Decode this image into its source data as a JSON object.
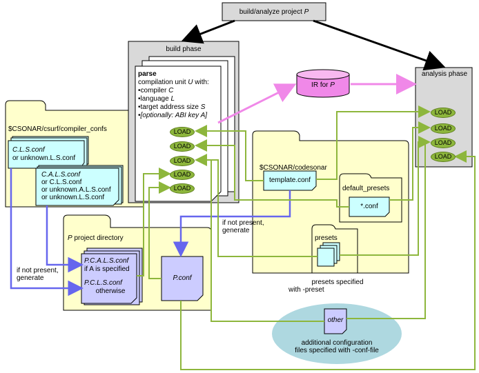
{
  "top_box": {
    "label": "build/analyze project ",
    "label_var": "P"
  },
  "build_phase": {
    "title": "build phase",
    "parse_title": "parse",
    "unit_line": "compilation unit ",
    "unit_var": "U",
    "unit_suffix": "  with:",
    "bullets": [
      {
        "text": "•compiler ",
        "var": "C"
      },
      {
        "text": "•language ",
        "var": "L"
      },
      {
        "text": "•target address size ",
        "var": "S"
      },
      {
        "text": "•[optionally: ABI key ",
        "var": "A]"
      }
    ]
  },
  "ir": {
    "label": "IR  for ",
    "var": "P"
  },
  "analysis_phase": {
    "title": "analysis phase"
  },
  "load_label": "LOAD",
  "compiler_confs": {
    "folder": "$CSONAR/csurf/compiler_confs",
    "file1": [
      "C.L.S.conf",
      "or unknown.L.S.conf"
    ],
    "file2": [
      "C.A.L.S.conf",
      "or C.L.S.conf",
      "or unknown.A.L.S.conf",
      "or unknown.L.S.conf"
    ]
  },
  "project_dir": {
    "folder_var": "P",
    "folder": " project directory",
    "multi": [
      "P.C.A.L.S.conf",
      "if A is specified",
      "P.C.L.S.conf",
      "otherwise"
    ],
    "pconf": "P.conf"
  },
  "codesonar": {
    "folder": "$CSONAR/codesonar",
    "template": "template.conf",
    "default_presets": "default_presets",
    "star_conf": "*.conf",
    "presets": "presets",
    "presets_caption": [
      "presets specified",
      "with -preset"
    ]
  },
  "other": {
    "label": "other",
    "caption": [
      "additional configuration",
      "files specified with -conf-file"
    ]
  },
  "notes": {
    "generate1": [
      "if not present,",
      "generate"
    ],
    "generate2": [
      "if not present,",
      "generate"
    ]
  },
  "colors": {
    "green": "#8db63c",
    "blue": "#6666ee",
    "pink": "#f088e8",
    "folder": "#ffffcc",
    "cyan": "#ccffff",
    "lavender": "#ccccff",
    "gray": "#d9d9d9"
  }
}
